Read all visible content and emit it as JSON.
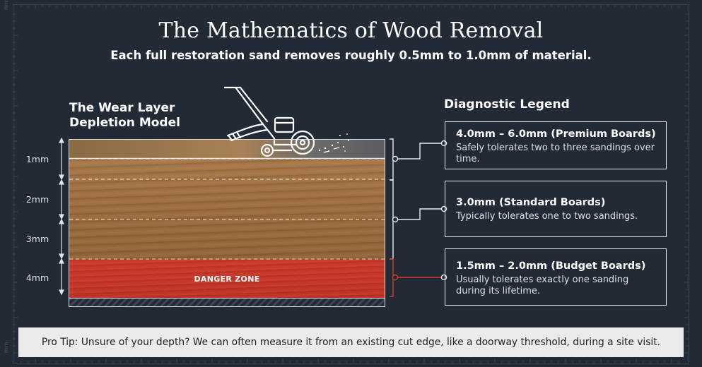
{
  "title": "The Mathematics of Wood Removal",
  "subtitle": "Each full restoration sand removes roughly 0.5mm to 1.0mm of material.",
  "model": {
    "heading_line1": "The Wear Layer",
    "heading_line2": "Depletion Model",
    "depth_labels": [
      "1mm",
      "2mm",
      "3mm",
      "4mm"
    ],
    "danger_label": "DANGER ZONE"
  },
  "legend": {
    "heading": "Diagnostic Legend",
    "items": [
      {
        "title": "4.0mm – 6.0mm (Premium Boards)",
        "desc": "Safely tolerates two to three sandings over time."
      },
      {
        "title": "3.0mm (Standard Boards)",
        "desc": "Typically tolerates one to two sandings."
      },
      {
        "title": "1.5mm – 2.0mm (Budget Boards)",
        "desc": "Usually tolerates exactly one sanding during its lifetime."
      }
    ]
  },
  "protip": "Pro Tip: Unsure of your depth? We can often measure it from an existing cut edge, like a doorway threshold, during a site visit.",
  "side_label": "mm",
  "colors": {
    "background": "#222a35",
    "wood": "#a57649",
    "danger": "#c8372a",
    "line": "#e6eaef",
    "danger_bracket": "#d43a2c"
  },
  "icons": [
    "floor-sander-icon",
    "ruler-border"
  ]
}
